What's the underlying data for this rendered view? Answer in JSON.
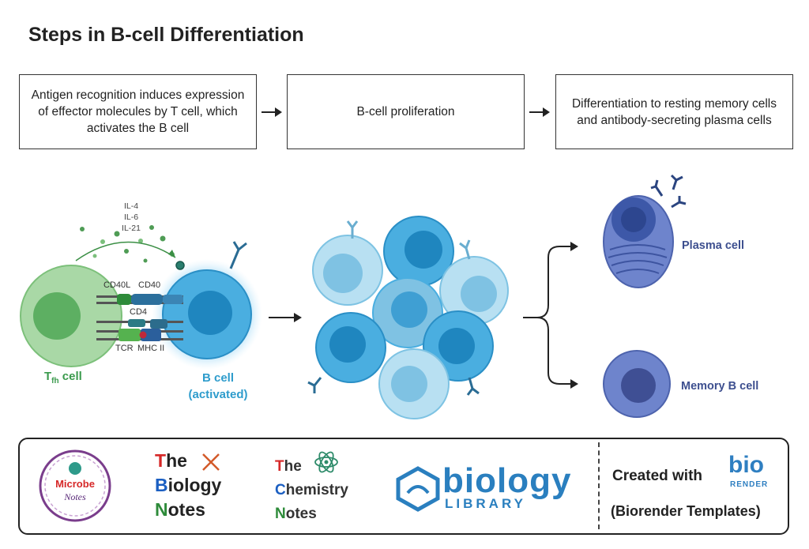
{
  "title": "Steps in B-cell Differentiation",
  "steps": [
    {
      "text": "Antigen recognition induces expression of effector molecules by T cell, which activates the B cell"
    },
    {
      "text": "B-cell proliferation"
    },
    {
      "text": "Differentiation to resting memory cells and antibody-secreting plasma cells"
    }
  ],
  "cytokines": [
    "IL-4",
    "IL-6",
    "IL-21"
  ],
  "receptors": {
    "cd40l": "CD40L",
    "cd40": "CD40",
    "cd4": "CD4",
    "tcr": "TCR",
    "mhc": "MHC II"
  },
  "tfh": {
    "main": "T",
    "sub": "fh",
    "rest": " cell"
  },
  "bcell": {
    "line1": "B cell",
    "line2": "(activated)"
  },
  "outcomes": {
    "plasma": "Plasma cell",
    "memory": "Memory B cell"
  },
  "logos": {
    "microbe": {
      "line1": "Microbe",
      "line2": "Notes"
    },
    "biology_notes": {
      "l1a": "T",
      "l1b": "he",
      "l2a": "B",
      "l2b": "iology",
      "l3a": "N",
      "l3b": "otes"
    },
    "chemistry_notes": {
      "l1a": "T",
      "l1b": "he",
      "l2a": "C",
      "l2b": "hemistry",
      "l3a": "N",
      "l3b": "otes"
    },
    "biology_library": {
      "main": "biology",
      "sub": "LIBRARY"
    },
    "created_with": "Created with",
    "biorender_mark": "bio",
    "biorender_sub": "RENDER",
    "templates": "(Biorender Templates)"
  },
  "colors": {
    "tfh_green": "#3a9a4c",
    "bcell_blue": "#2e9ccc",
    "plasma_purple": "#5f74c2",
    "label_navy": "#3d4f8f"
  }
}
